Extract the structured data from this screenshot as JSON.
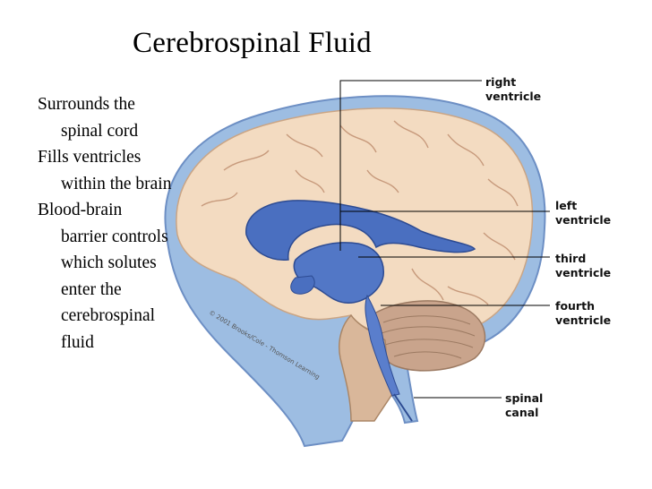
{
  "title": "Cerebrospinal Fluid",
  "bullets": [
    {
      "first": "Surrounds the",
      "rest": [
        "spinal cord"
      ]
    },
    {
      "first": "Fills ventricles",
      "rest": [
        "within the brain"
      ]
    },
    {
      "first": "Blood-brain",
      "rest": [
        "barrier controls",
        "which solutes",
        "enter the",
        "cerebrospinal",
        "fluid"
      ]
    }
  ],
  "labels": {
    "right_ventricle": {
      "line1": "right",
      "line2": "ventricle"
    },
    "left_ventricle": {
      "line1": "left",
      "line2": "ventricle"
    },
    "third_ventricle": {
      "line1": "third",
      "line2": "ventricle"
    },
    "fourth_ventricle": {
      "line1": "fourth",
      "line2": "ventricle"
    },
    "spinal_canal": {
      "line1": "spinal",
      "line2": "canal"
    }
  },
  "copyright": "© 2001 Brooks/Cole - Thomson Learning",
  "colors": {
    "csf_blue": "#8fb4de",
    "ventricle_blue": "#3f62b8",
    "brain_tan": "#f2d9bd",
    "cerebellum": "#c9a48c"
  }
}
